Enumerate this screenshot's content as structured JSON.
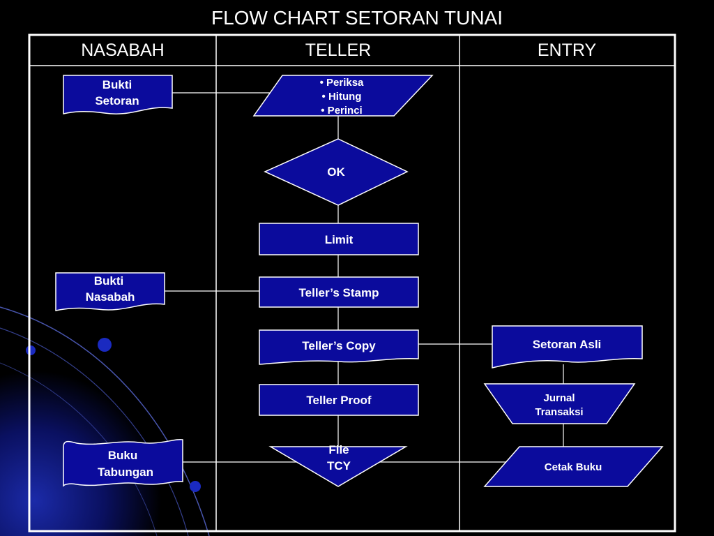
{
  "title": "FLOW CHART SETORAN TUNAI",
  "colors": {
    "shape_fill": "#0b0b9c",
    "stroke": "#ffffff",
    "background": "#000000"
  },
  "lanes": [
    "NASABAH",
    "TELLER",
    "ENTRY"
  ],
  "shapes": {
    "bukti_setoran": [
      "Bukti",
      "Setoran"
    ],
    "periksa": [
      "• Periksa",
      "• Hitung",
      "• Perinci"
    ],
    "ok": "OK",
    "limit": "Limit",
    "bukti_nasabah": [
      "Bukti",
      "Nasabah"
    ],
    "teller_stamp": "Teller’s Stamp",
    "teller_copy": "Teller’s Copy",
    "setoran_asli": "Setoran Asli",
    "teller_proof": "Teller Proof",
    "jurnal_transaksi": [
      "Jurnal",
      "Transaksi"
    ],
    "buku_tabungan": [
      "Buku",
      "Tabungan"
    ],
    "file_tcy": [
      "File",
      "TCY"
    ],
    "cetak_buku": "Cetak Buku"
  }
}
